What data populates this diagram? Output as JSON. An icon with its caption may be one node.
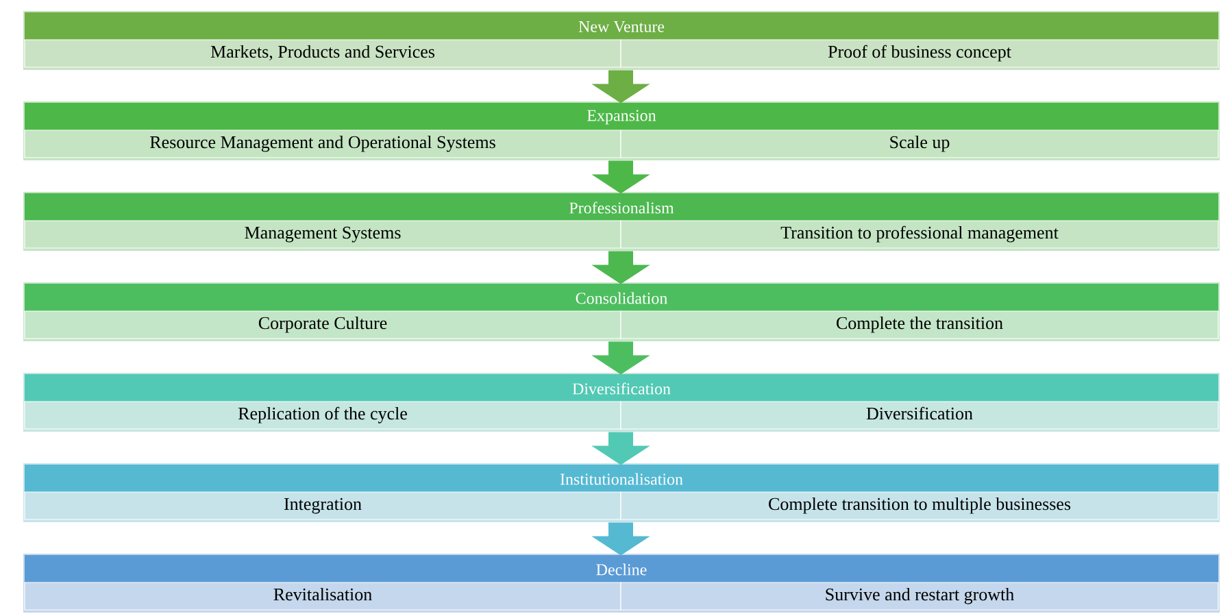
{
  "diagram": {
    "nodes": [
      {
        "text": [
          "New Venture"
        ]
      },
      {
        "text": [
          "Markets, Products and Services"
        ],
        "in": 0
      },
      {
        "text": [
          "Proof of business concept"
        ],
        "in": 0
      },
      {
        "text": [
          "Expansion"
        ]
      },
      {
        "text": [
          "Resource Management and Operational Systems"
        ],
        "in": 3
      },
      {
        "text": [
          "Scale up"
        ],
        "in": 3
      },
      {
        "text": [
          "Professionalism"
        ]
      },
      {
        "text": [
          "Management Systems"
        ],
        "in": 6
      },
      {
        "text": [
          "Transition to professional management"
        ],
        "in": 6
      },
      {
        "text": [
          "Consolidation"
        ]
      },
      {
        "text": [
          "Corporate Culture"
        ],
        "in": 9
      },
      {
        "text": [
          "Complete the transition"
        ],
        "in": 9
      },
      {
        "text": [
          "Diversification"
        ]
      },
      {
        "text": [
          "Replication of the cycle"
        ],
        "in": 12
      },
      {
        "text": [
          "Diversification"
        ],
        "in": 12
      },
      {
        "text": [
          "Institutionalisation"
        ]
      },
      {
        "text": [
          "Integration"
        ],
        "in": 15
      },
      {
        "text": [
          "Complete transition to multiple businesses"
        ],
        "in": 15
      },
      {
        "text": [
          "Decline"
        ]
      },
      {
        "text": [
          "Revitalisation"
        ],
        "in": 18
      },
      {
        "text": [
          "Survive and restart growth"
        ],
        "in": 18
      }
    ],
    "edges": [
      {
        "from": 0,
        "to": 3,
        "arrow": "to"
      },
      {
        "from": 3,
        "to": 6,
        "arrow": "to"
      },
      {
        "from": 6,
        "to": 9,
        "arrow": "to"
      },
      {
        "from": 9,
        "to": 12,
        "arrow": "to"
      },
      {
        "from": 12,
        "to": 15,
        "arrow": "to",
        "color": "#52c9b4"
      },
      {
        "from": 15,
        "to": 18,
        "arrow": "to",
        "color": "#55b9d2"
      }
    ]
  }
}
